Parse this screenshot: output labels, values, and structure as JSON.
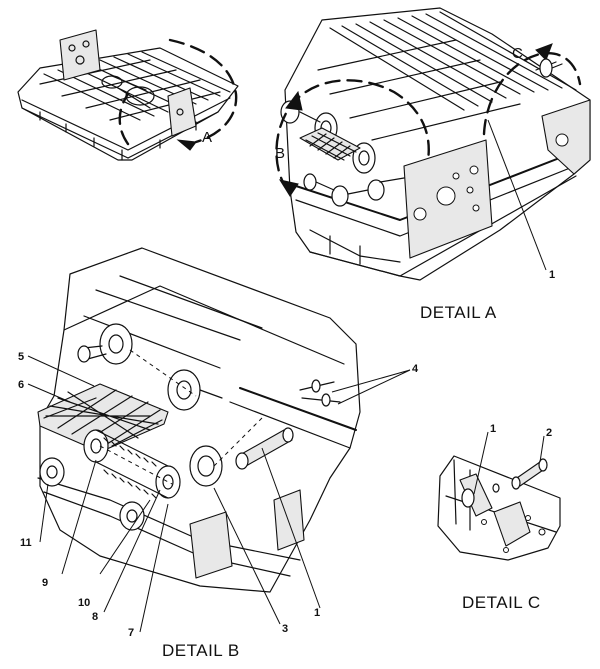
{
  "captions": {
    "detail_a": "DETAIL  A",
    "detail_b": "DETAIL  B",
    "detail_c": "DETAIL  C"
  },
  "view_labels": {
    "a": "A",
    "b": "B",
    "c": "C"
  },
  "callouts": {
    "detail_a_1": "1",
    "detail_b_1": "1",
    "detail_b_3": "3",
    "detail_b_4": "4",
    "detail_b_5": "5",
    "detail_b_6": "6",
    "detail_b_7": "7",
    "detail_b_8": "8",
    "detail_b_9": "9",
    "detail_b_10": "10",
    "detail_b_11": "11",
    "detail_c_1": "1",
    "detail_c_2": "2"
  }
}
